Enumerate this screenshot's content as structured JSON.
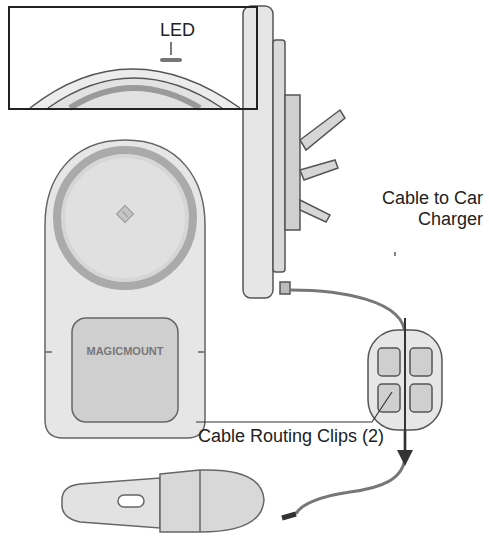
{
  "diagram": {
    "nodes": [
      {
        "text": [
          "LED"
        ]
      }
    ],
    "labels": [
      "Cable to Car Charger",
      "Cable Routing Clips (2)",
      "MAGICMOUNT"
    ]
  }
}
